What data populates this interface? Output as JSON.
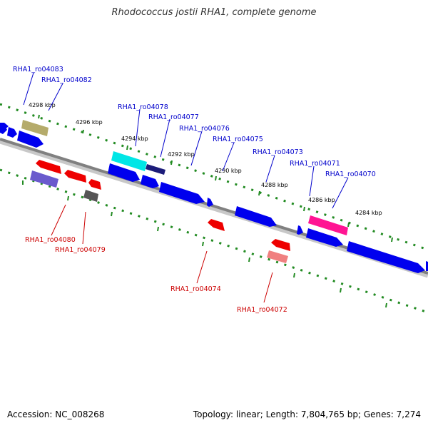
{
  "title": "Rhodococcus jostii RHA1, complete genome",
  "footer": {
    "accession": "Accession: NC_008268",
    "summary": "Topology: linear; Length: 7,804,765 bp; Genes: 7,274"
  },
  "colors": {
    "forward_label": "#0000cc",
    "reverse_label": "#cc0000",
    "backbone": "#808080",
    "tick": "#228b22",
    "forward_gene": "#0000ee",
    "reverse_gene": "#ee0000"
  },
  "kbp_ticks": [
    "4298 kbp",
    "4296 kbp",
    "4294 kbp",
    "4292 kbp",
    "4290 kbp",
    "4288 kbp",
    "4286 kbp",
    "4284 kbp"
  ],
  "forward_labels": [
    "RHA1_ro04083",
    "RHA1_ro04082",
    "RHA1_ro04078",
    "RHA1_ro04077",
    "RHA1_ro04076",
    "RHA1_ro04075",
    "RHA1_ro04073",
    "RHA1_ro04071",
    "RHA1_ro04070"
  ],
  "reverse_labels": [
    "RHA1_ro04080",
    "RHA1_ro04079",
    "RHA1_ro04074",
    "RHA1_ro04072"
  ]
}
